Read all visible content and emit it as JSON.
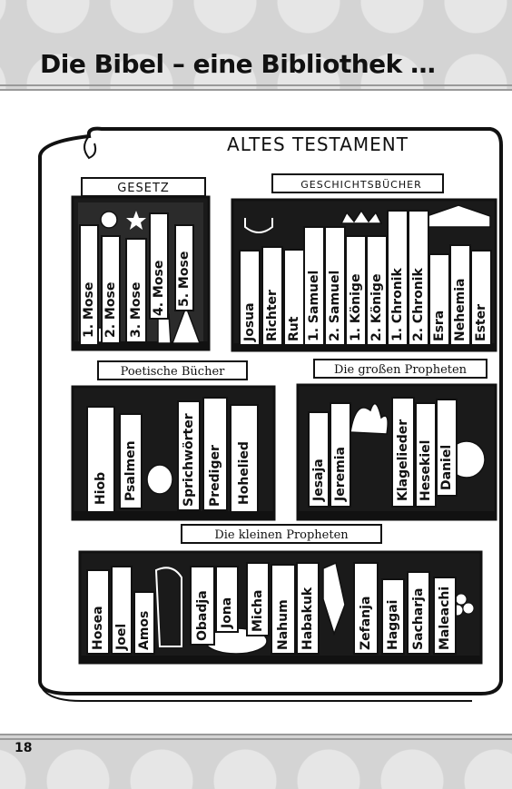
{
  "header": {
    "title": "Die Bibel – eine Bibliothek …"
  },
  "footer": {
    "page_number": "18"
  },
  "book": {
    "title": "ALTES TESTAMENT"
  },
  "shelves": [
    {
      "name": "Gesetz",
      "label": "GESETZ",
      "caps": true,
      "books": [
        "1. Mose",
        "2. Mose",
        "3. Mose",
        "4. Mose",
        "5. Mose"
      ]
    },
    {
      "name": "Geschichtsbuecher",
      "label": "GESCHICHTSBÜCHER",
      "caps": true,
      "books": [
        "Josua",
        "Richter",
        "Rut",
        "1. Samuel",
        "2. Samuel",
        "1. Könige",
        "2. Könige",
        "1. Chronik",
        "2. Chronik",
        "Esra",
        "Nehemia",
        "Ester"
      ]
    },
    {
      "name": "Poetische-Buecher",
      "label": "Poetische Bücher",
      "caps": false,
      "books": [
        "Hiob",
        "Psalmen",
        "Sprichwörter",
        "Prediger",
        "Hohelied"
      ]
    },
    {
      "name": "Grosse-Propheten",
      "label": "Die großen Propheten",
      "caps": false,
      "books": [
        "Jesaja",
        "Jeremia",
        "Klagelieder",
        "Hesekiel",
        "Daniel"
      ]
    },
    {
      "name": "Kleine-Propheten",
      "label": "Die kleinen Propheten",
      "caps": false,
      "books": [
        "Hosea",
        "Joel",
        "Amos",
        "Obadja",
        "Jona",
        "Micha",
        "Nahum",
        "Habakuk",
        "Zefanja",
        "Haggai",
        "Sacharja",
        "Maleachi"
      ]
    }
  ]
}
